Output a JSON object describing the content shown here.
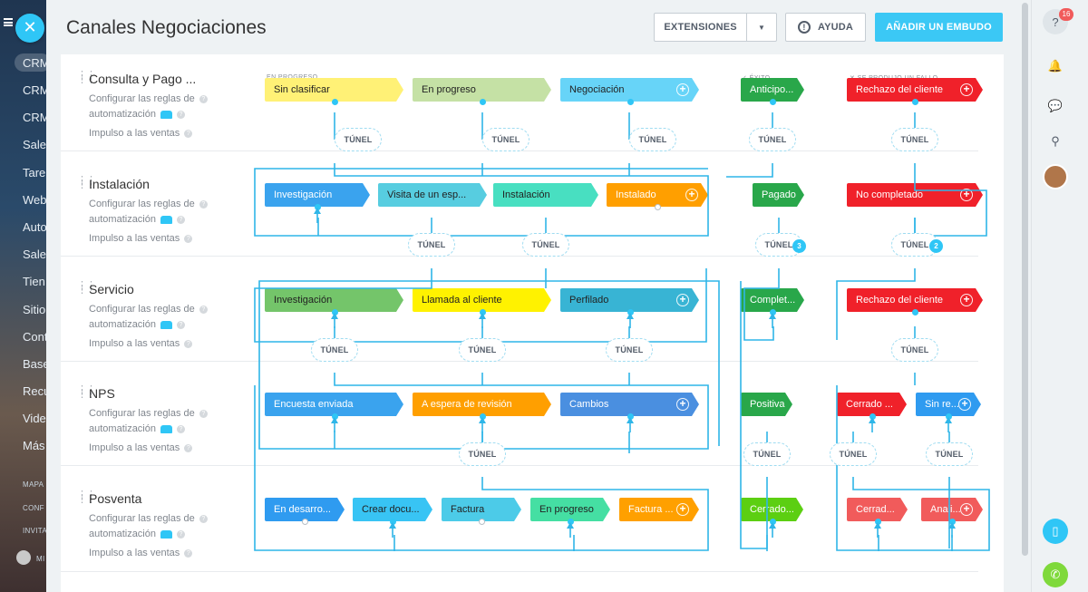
{
  "sidebar_left": {
    "items": [
      "CRM",
      "CRM",
      "CRM",
      "Sales",
      "Tare",
      "Web",
      "Auto",
      "Sales",
      "Tien",
      "Sitio",
      "Cont",
      "Base",
      "Recu",
      "Vide",
      "Más"
    ],
    "small": [
      "MAPA",
      "CONF",
      "INVITA",
      "MI"
    ]
  },
  "header": {
    "title": "Canales Negociaciones",
    "extensions_label": "EXTENSIONES",
    "help_label": "AYUDA",
    "add_label": "AÑADIR UN EMBUDO"
  },
  "columns": {
    "in_progress": "EN PROGRESO",
    "success": "ÉXITO",
    "failure": "SE PRODUJO UN FALLO"
  },
  "funnel_common": {
    "automation_line1": "Configurar las reglas de",
    "automation_line2": "automatización",
    "impulse": "Impulso a las ventas",
    "tunnel": "TÚNEL"
  },
  "funnels": [
    {
      "name": "Consulta y Pago ..."
    },
    {
      "name": "Instalación"
    },
    {
      "name": "Servicio"
    },
    {
      "name": "NPS"
    },
    {
      "name": "Posventa"
    }
  ],
  "stages": [
    {
      "label": "Sin clasificar",
      "color": "#fff176"
    },
    {
      "label": "En progreso",
      "color": "#c5e1a5"
    },
    {
      "label": "Negociación",
      "color": "#67d4f8"
    },
    {
      "label": "Anticipo...",
      "color": "#29a74a"
    },
    {
      "label": "Rechazo del cliente",
      "color": "#f0212a"
    },
    {
      "label": "Investigación",
      "color": "#3aa3ee"
    },
    {
      "label": "Visita de un esp...",
      "color": "#57cde0"
    },
    {
      "label": "Instalación",
      "color": "#48dfc1"
    },
    {
      "label": "Instalado",
      "color": "#ff9f00"
    },
    {
      "label": "Pagado",
      "color": "#29a74a"
    },
    {
      "label": "No completado",
      "color": "#f0212a"
    },
    {
      "label": "Investigación",
      "color": "#74c56a"
    },
    {
      "label": "Llamada al cliente",
      "color": "#fff200"
    },
    {
      "label": "Perfilado",
      "color": "#38b4d4"
    },
    {
      "label": "Complet...",
      "color": "#29a74a"
    },
    {
      "label": "Rechazo del cliente",
      "color": "#f0212a"
    },
    {
      "label": "Encuesta enviada",
      "color": "#3aa3ee"
    },
    {
      "label": "A espera de revisión",
      "color": "#ff9f00"
    },
    {
      "label": "Cambios",
      "color": "#4a8fe0"
    },
    {
      "label": "Positiva",
      "color": "#29a74a"
    },
    {
      "label": "Cerrado ...",
      "color": "#f0212a"
    },
    {
      "label": "Sin re...",
      "color": "#2f9bf0"
    },
    {
      "label": "En desarro...",
      "color": "#2f9bf0"
    },
    {
      "label": "Crear docu...",
      "color": "#38c4f4"
    },
    {
      "label": "Factura",
      "color": "#4ccbe8"
    },
    {
      "label": "En progreso",
      "color": "#45dfa3"
    },
    {
      "label": "Factura ...",
      "color": "#ffa000"
    },
    {
      "label": "Cerrado...",
      "color": "#5ccf12"
    },
    {
      "label": "Cerrad...",
      "color": "#f15b5b"
    },
    {
      "label": "Anali...",
      "color": "#f15b5b"
    }
  ],
  "badges": {
    "success_tunnel": "3",
    "failure_tunnel": "2"
  },
  "right_sidebar": {
    "help_count": "16"
  },
  "accent_color": "#2fc6f6"
}
